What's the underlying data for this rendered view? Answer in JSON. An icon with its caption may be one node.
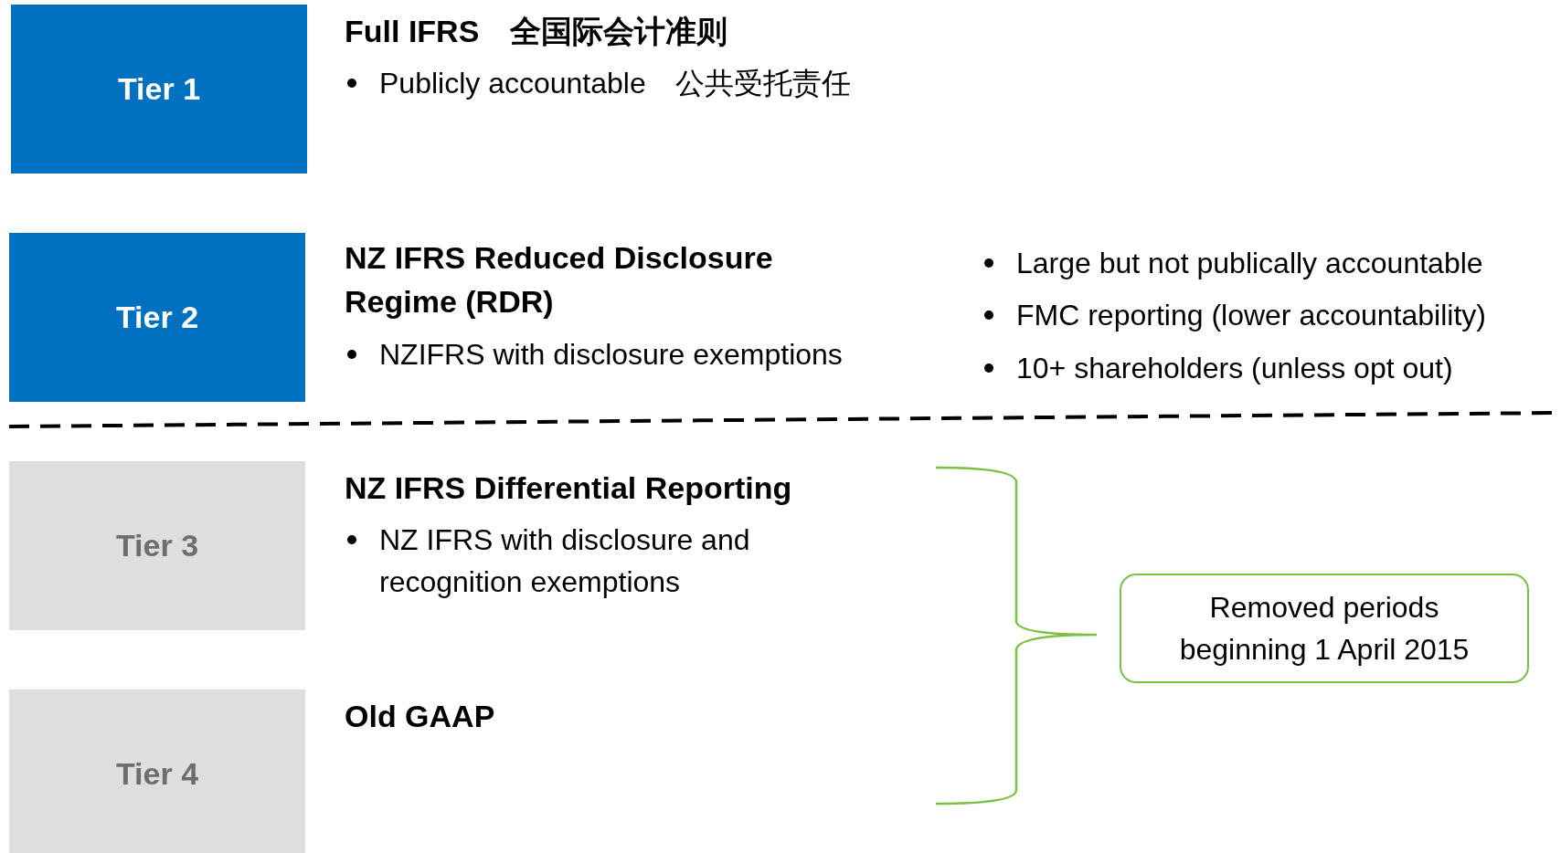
{
  "diagram": {
    "nodes": [
      {
        "text": [
          "Tier 1"
        ],
        "beside": [
          "Full IFRS　全国际会计准则",
          "Publicly accountable　公共受托责任"
        ]
      },
      {
        "text": [
          "Tier 2"
        ],
        "beside": [
          "NZ IFRS Reduced Disclosure Regime (RDR)",
          "NZIFRS with disclosure exemptions",
          "Large but not publically accountable",
          "FMC reporting (lower accountability)",
          "10+ shareholders (unless opt out)"
        ]
      },
      {
        "text": [
          "Tier 3"
        ],
        "beside": [
          "NZ IFRS Differential Reporting",
          "NZ IFRS with disclosure and recognition exemptions"
        ]
      },
      {
        "text": [
          "Tier 4"
        ],
        "beside": [
          "Old GAAP"
        ]
      },
      {
        "text": [
          "Removed periods beginning 1 April 2015"
        ]
      }
    ]
  }
}
